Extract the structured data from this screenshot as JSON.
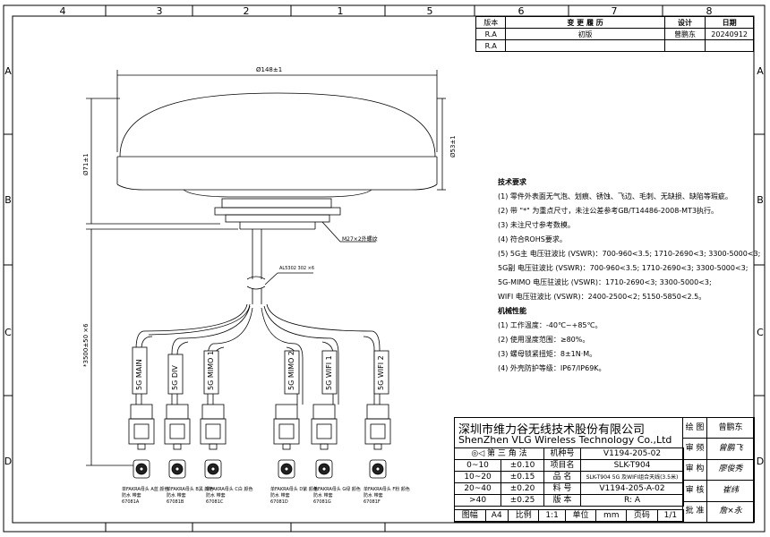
{
  "zones": {
    "top": [
      "4",
      "3",
      "2",
      "1",
      "5",
      "6",
      "7",
      "8"
    ],
    "side": [
      "A",
      "B",
      "C",
      "D"
    ]
  },
  "revision_table": {
    "headers": [
      "版本",
      "变 更 履 历",
      "设计",
      "日期"
    ],
    "rows": [
      {
        "ver": "R.A",
        "change": "初版",
        "designer": "曾鹏东",
        "date": "20240912"
      },
      {
        "ver": "R.A",
        "change": "",
        "designer": "",
        "date": ""
      }
    ]
  },
  "dimensions": {
    "width": "Ø148±1",
    "height1": "Ø53±1",
    "height2": "Ø71±1",
    "thread": "M27×2外螺纹",
    "cable_type": "AL5302 302 ×6",
    "cable_length": "*3500±50 ×6"
  },
  "cables": [
    {
      "label": "5G MAIN"
    },
    {
      "label": "5G DIV"
    },
    {
      "label": "5G MIMO 1"
    },
    {
      "label": "5G MIMO 2"
    },
    {
      "label": "5G WIFI 1"
    },
    {
      "label": "5G WIFI 2"
    }
  ],
  "connector_notes": [
    {
      "l1": "单FAKRA母头 A蓝 颜色",
      "l2": "防水 带套",
      "l3": "67081A"
    },
    {
      "l1": "单FAKRA母头 B黑 颜色",
      "l2": "防水 带套",
      "l3": "67081B"
    },
    {
      "l1": "单FAKRA母头 C白 颜色",
      "l2": "防水 带套",
      "l3": "67081C"
    },
    {
      "l1": "单FAKRA母头 D紫 颜色",
      "l2": "防水 带套",
      "l3": "67081D"
    },
    {
      "l1": "单FAKRA母头 G绿 颜色",
      "l2": "防水 带套",
      "l3": "67081G"
    },
    {
      "l1": "单FAKRA母头 F粉 颜色",
      "l2": "防水 带套",
      "l3": "67081F"
    }
  ],
  "notes": {
    "title": "技术要求",
    "items": [
      "(1) 零件外表面无气泡、划痕、锈蚀、飞边、毛刺、无缺损、缺陷等瑕疵。",
      "(2) 带 \"*\" 为重点尺寸，未注公差参考GB/T14486-2008-MT3执行。",
      "(3) 未注尺寸参考数模。",
      "(4) 符合ROHS要求。",
      "(5) 5G主 电压驻波比 (VSWR)：700-960<3.5; 1710-2690<3; 3300-5000<3;",
      "     5G副 电压驻波比 (VSWR)：700-960<3.5; 1710-2690<3; 3300-5000<3;",
      "     5G-MIMO 电压驻波比 (VSWR)：1710-2690<3; 3300-5000<3;",
      "     WIFI 电压驻波比 (VSWR)：2400-2500<2; 5150-5850<2.5。"
    ],
    "mech_title": "机械性能",
    "mech_items": [
      "(1) 工作温度：-40℃~+85℃。",
      "(2) 使用湿度范围：≥80%。",
      "(3) 螺母锁紧扭矩：8±1N·M。",
      "(4) 外壳防护等级：IP67/IP69K。"
    ]
  },
  "title_block": {
    "company_cn": "深圳市维力谷无线技术股份有限公司",
    "company_en": "ShenZhen VLG Wireless Technology Co.,Ltd",
    "projection": "第 三 角 法",
    "tolerances": [
      {
        "range": "0~10",
        "tol": "±0.10"
      },
      {
        "range": "10~20",
        "tol": "±0.15"
      },
      {
        "range": "20~40",
        "tol": "±0.20"
      },
      {
        "range": ">40",
        "tol": "±0.25"
      }
    ],
    "fields": [
      {
        "label": "机种号",
        "value": "V1194-205-02"
      },
      {
        "label": "项目名",
        "value": "SLK-T904"
      },
      {
        "label": "品 名",
        "value": "SLK-T904 5G 及WIFI组合天线(3.5米)"
      },
      {
        "label": "料 号",
        "value": "V1194-205-A-02"
      },
      {
        "label": "版 本",
        "value": "R: A"
      }
    ],
    "bottom": {
      "size_label": "图幅",
      "size": "A4",
      "scale_label": "比例",
      "scale": "1:1",
      "unit_label": "单位",
      "unit": "mm",
      "page_label": "页码",
      "page": "1/1"
    },
    "signoff": [
      {
        "role": "绘 图",
        "name": "曾鹏东"
      },
      {
        "role": "审 频",
        "name": "曾鹏飞"
      },
      {
        "role": "审 构",
        "name": "廖俊秀"
      },
      {
        "role": "审 核",
        "name": "崔纬"
      },
      {
        "role": "批 准",
        "name": "詹×永"
      }
    ]
  }
}
